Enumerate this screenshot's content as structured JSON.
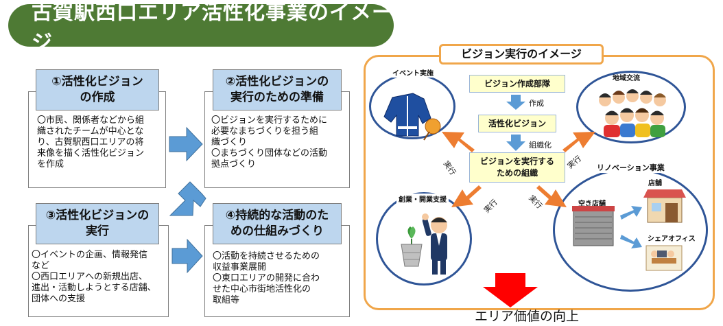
{
  "title": "古賀駅西口エリア活性化事業のイメージ",
  "steps": [
    {
      "head1": "①活性化ビジョン",
      "head2": "の作成",
      "lines": [
        "〇市民、関係者などから組",
        "織されたチームが中心とな",
        "り、古賀駅西口エリアの将",
        "来像を描く活性化ビジョン",
        "を作成"
      ]
    },
    {
      "head1": "②活性化ビジョンの",
      "head2": "実行のための準備",
      "lines": [
        "〇ビジョンを実行するために",
        "必要なまちづくりを担う組",
        "織づくり",
        "〇まちづくり団体などの活動",
        "拠点づくり"
      ]
    },
    {
      "head1": "③活性化ビジョンの",
      "head2": "実行",
      "lines": [
        "〇イベントの企画、情報発信",
        "など",
        "〇西口エリアへの新規出店、",
        "進出・活動しようとする店舗、",
        "団体への支援"
      ]
    },
    {
      "head1": "④持続的な活動のた",
      "head2": "めの仕組みづくり",
      "lines": [
        "〇活動を持続させるための",
        "収益事業展開",
        "〇東口エリアの開発に合わ",
        "せた中心市街地活性化の",
        "取組等"
      ]
    }
  ],
  "vision": {
    "title": "ビジョン実行のイメージ",
    "dept": "ビジョン作成部隊",
    "make": "作成",
    "plan": "活性化ビジョン",
    "organize": "組織化",
    "org_line1": "ビジョンを実行する",
    "org_line2": "ための組織",
    "exec": "実行",
    "event": "イベント実施",
    "local": "地域交流",
    "startup": "創業・開業支援",
    "reno": "リノベーション事業",
    "vacant": "空き店舗",
    "shop": "店舗",
    "office": "シェアオフィス"
  },
  "result": "エリア価値の向上",
  "colors": {
    "title_bg": "#4e7a34",
    "head_bg": "#bdd6ee",
    "frame": "#f0a64a",
    "circle": "#2f5597",
    "blue_arrow": "#5b9bd5",
    "orange_arrow": "#ed7d31",
    "red_arrow": "#ff0000"
  }
}
